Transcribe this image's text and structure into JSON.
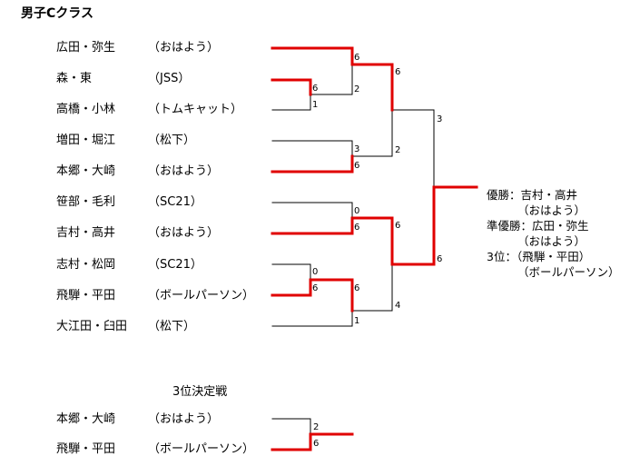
{
  "title": "男子Cクラス",
  "colors": {
    "winner": "#e00000",
    "line": "#000000"
  },
  "players": [
    {
      "name": "広田・弥生",
      "club": "（おはよう）"
    },
    {
      "name": "森・東",
      "club": "（JSS）"
    },
    {
      "name": "高橋・小林",
      "club": "（トムキャット）"
    },
    {
      "name": "増田・堀江",
      "club": "（松下）"
    },
    {
      "name": "本郷・大崎",
      "club": "（おはよう）"
    },
    {
      "name": "笹部・毛利",
      "club": "（SC21）"
    },
    {
      "name": "吉村・高井",
      "club": "（おはよう）"
    },
    {
      "name": "志村・松岡",
      "club": "（SC21）"
    },
    {
      "name": "飛騨・平田",
      "club": "（ボールパーソン）"
    },
    {
      "name": "大江田・臼田",
      "club": "（松下）"
    }
  ],
  "scores": {
    "r1a_top": "6",
    "r1a_bottom": "1",
    "r2a_top": "6",
    "r2a_bottom": "2",
    "r2b_top": "3",
    "r2b_bottom": "6",
    "sf1_top": "6",
    "sf1_bottom": "2",
    "r2c_top": "0",
    "r2c_bottom": "6",
    "r1b_top": "0",
    "r1b_bottom": "6",
    "r2d_top": "6",
    "r2d_bottom": "1",
    "sf2_top": "6",
    "sf2_bottom": "4",
    "final_top": "3",
    "final_bottom": "6"
  },
  "results": [
    "優勝：吉村・高井",
    "（おはよう）",
    "準優勝：広田・弥生",
    "（おはよう）",
    "3位：（飛騨・平田）",
    "（ボールパーソン）"
  ],
  "third_place": {
    "title": "3位決定戦",
    "players": [
      {
        "name": "本郷・大崎",
        "club": "（おはよう）"
      },
      {
        "name": "飛騨・平田",
        "club": "（ボールパーソン）"
      }
    ],
    "score_top": "2",
    "score_bottom": "6"
  }
}
